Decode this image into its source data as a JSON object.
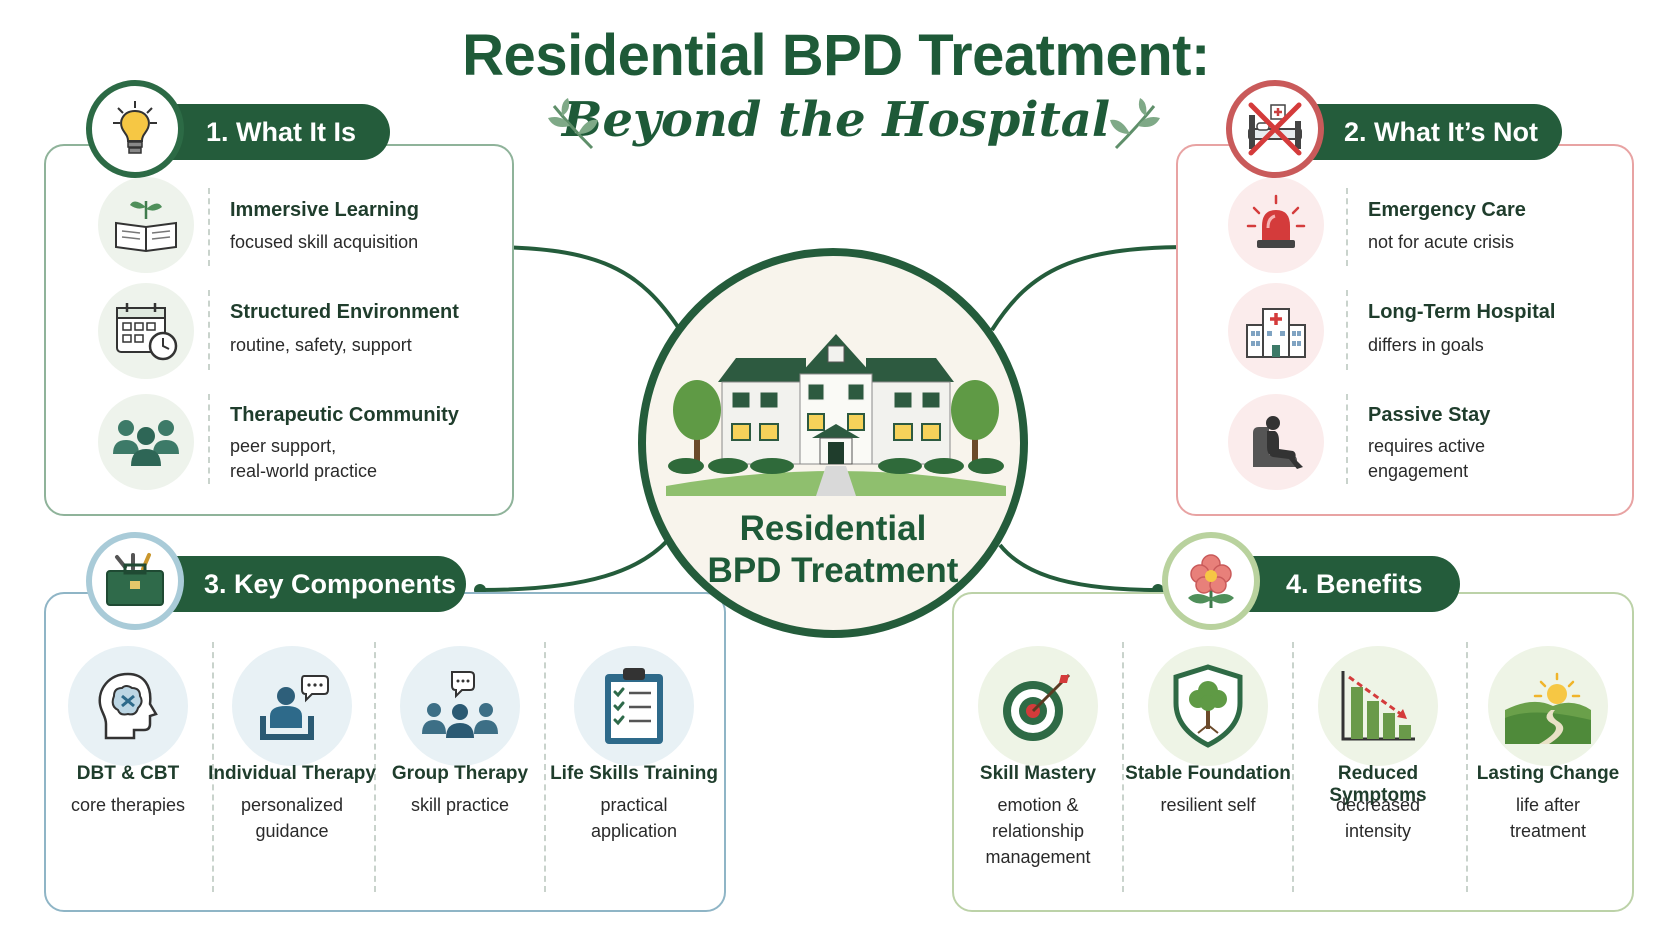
{
  "title": {
    "main": "Residential BPD Treatment:",
    "sub": "Beyond the Hospital"
  },
  "center": {
    "line1": "Residential",
    "line2": "BPD Treatment",
    "icon": "residential-building-icon"
  },
  "colors": {
    "primary_green": "#245c3b",
    "title_green": "#1e5a38",
    "alert_red": "#c95a5a",
    "panel_blue": "#8fb5c6",
    "panel_lime": "#bcd2a8"
  },
  "what_it_is": {
    "header": "1. What It Is",
    "icon": "lightbulb-icon",
    "items": [
      {
        "title": "Immersive Learning",
        "desc": "focused skill acquisition",
        "icon": "open-book-sprout-icon"
      },
      {
        "title": "Structured Environment",
        "desc": "routine, safety, support",
        "icon": "calendar-clock-icon"
      },
      {
        "title": "Therapeutic Community",
        "desc_line1": "peer support,",
        "desc_line2": "real-world practice",
        "icon": "people-group-icon"
      }
    ]
  },
  "what_its_not": {
    "header": "2. What It’s Not",
    "icon": "crossed-hospital-bed-icon",
    "items": [
      {
        "title": "Emergency Care",
        "desc": "not for acute crisis",
        "icon": "emergency-siren-icon"
      },
      {
        "title": "Long-Term Hospital",
        "desc": "differs in goals",
        "icon": "hospital-building-icon"
      },
      {
        "title": "Passive Stay",
        "desc_line1": "requires active",
        "desc_line2": "engagement",
        "icon": "person-armchair-icon"
      }
    ]
  },
  "key_components": {
    "header": "3. Key Components",
    "icon": "toolbox-icon",
    "items": [
      {
        "title": "DBT & CBT",
        "desc_line1": "core therapies",
        "desc_line2": "",
        "icon": "head-puzzle-icon"
      },
      {
        "title": "Individual Therapy",
        "desc_line1": "personalized",
        "desc_line2": "guidance",
        "icon": "person-speech-icon"
      },
      {
        "title": "Group Therapy",
        "desc_line1": "skill practice",
        "desc_line2": "",
        "icon": "group-speech-icon"
      },
      {
        "title": "Life Skills Training",
        "desc_line1": "practical",
        "desc_line2": "application",
        "icon": "checklist-clipboard-icon"
      }
    ]
  },
  "benefits": {
    "header": "4. Benefits",
    "icon": "flower-icon",
    "items": [
      {
        "title": "Skill Mastery",
        "desc_line1": "emotion &",
        "desc_line2": "relationship",
        "desc_line3": "management",
        "icon": "target-arrow-icon"
      },
      {
        "title": "Stable Foundation",
        "desc_line1": "resilient self",
        "desc_line2": "",
        "desc_line3": "",
        "icon": "shield-tree-icon"
      },
      {
        "title": "Reduced Symptoms",
        "desc_line1": "decreased",
        "desc_line2": "intensity",
        "desc_line3": "",
        "icon": "declining-bars-icon"
      },
      {
        "title": "Lasting Change",
        "desc_line1": "life after",
        "desc_line2": "treatment",
        "desc_line3": "",
        "icon": "sunrise-path-icon"
      }
    ]
  }
}
